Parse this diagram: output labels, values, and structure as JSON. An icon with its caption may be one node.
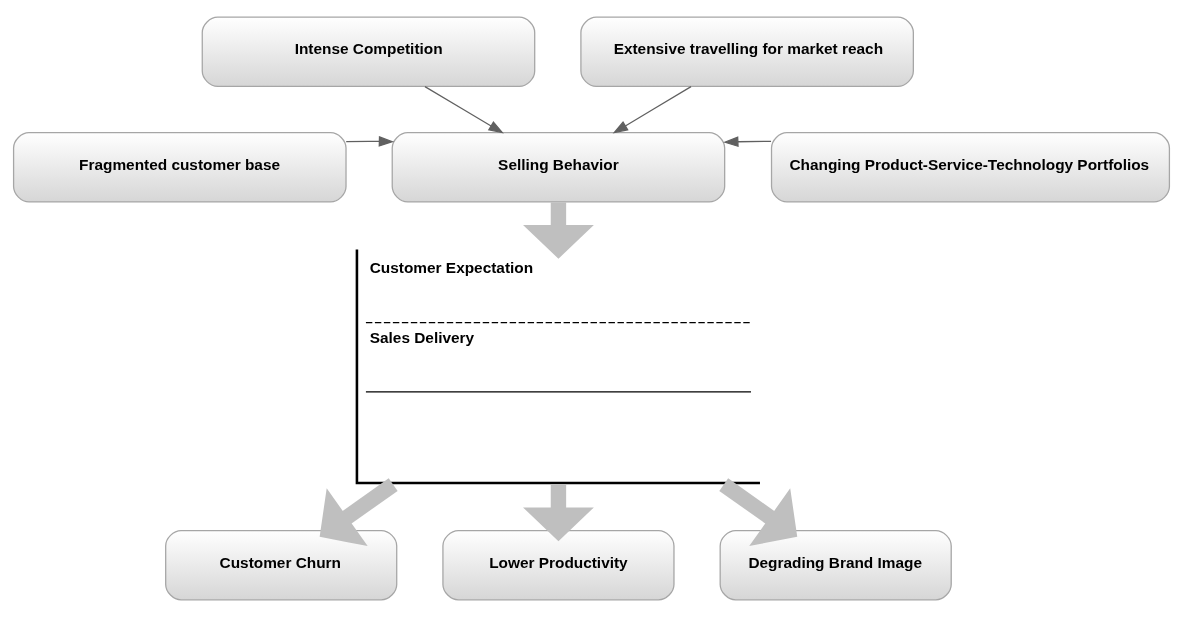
{
  "diagram": {
    "nodes": [
      {
        "text": [
          "Intense Competition"
        ]
      },
      {
        "text": [
          "Extensive travelling for market reach"
        ]
      },
      {
        "text": [
          "Fragmented customer base"
        ]
      },
      {
        "text": [
          "Selling Behavior"
        ]
      },
      {
        "text": [
          "Changing Product-Service-Technology Portfolios"
        ]
      },
      {
        "text": [
          "Customer Expectation",
          "Sales Delivery"
        ]
      },
      {
        "text": [
          "Customer Churn"
        ]
      },
      {
        "text": [
          "Lower Productivity"
        ]
      },
      {
        "text": [
          "Degrading Brand Image"
        ]
      }
    ],
    "edges": [
      {
        "from": 0,
        "to": 3,
        "arrow": "to"
      },
      {
        "from": 1,
        "to": 3,
        "arrow": "to"
      },
      {
        "from": 2,
        "to": 3,
        "arrow": "to"
      },
      {
        "from": 4,
        "to": 3,
        "arrow": "to"
      },
      {
        "from": 3,
        "to": 5,
        "arrow": "to",
        "style": "thick",
        "color": "#bfbfbf"
      },
      {
        "from": 5,
        "to": 6,
        "arrow": "to",
        "style": "thick",
        "color": "#bfbfbf"
      },
      {
        "from": 5,
        "to": 7,
        "arrow": "to",
        "style": "thick",
        "color": "#bfbfbf"
      },
      {
        "from": 5,
        "to": 8,
        "arrow": "to",
        "style": "thick",
        "color": "#bfbfbf"
      }
    ]
  }
}
